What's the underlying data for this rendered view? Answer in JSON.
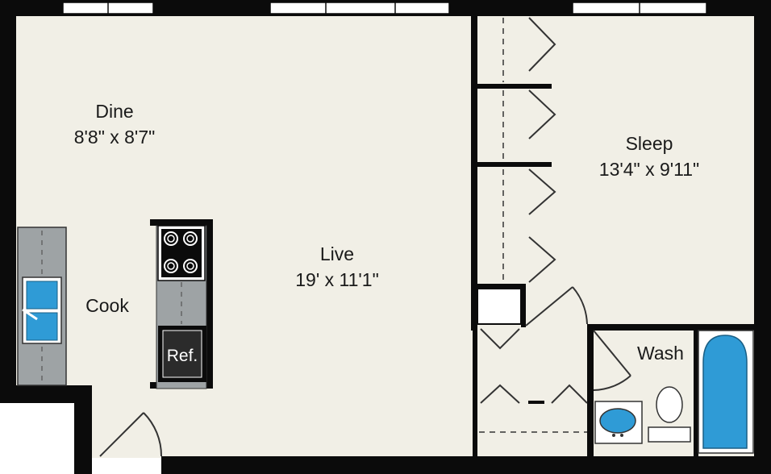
{
  "floor_plan": {
    "rooms": [
      {
        "id": "dine",
        "name": "Dine",
        "dimensions": "8'8\" x 8'7\""
      },
      {
        "id": "live",
        "name": "Live",
        "dimensions": "19' x 11'1\""
      },
      {
        "id": "sleep",
        "name": "Sleep",
        "dimensions": "13'4\" x 9'11\""
      },
      {
        "id": "cook",
        "name": "Cook"
      },
      {
        "id": "wash",
        "name": "Wash"
      }
    ],
    "appliances": {
      "refrigerator_label": "Ref."
    },
    "colors": {
      "floor": "#f1efe6",
      "wall": "#0b0b0b",
      "counter": "#9ea3a5",
      "fixture_blue": "#2f9bd6",
      "fixture_white": "#ffffff"
    }
  }
}
